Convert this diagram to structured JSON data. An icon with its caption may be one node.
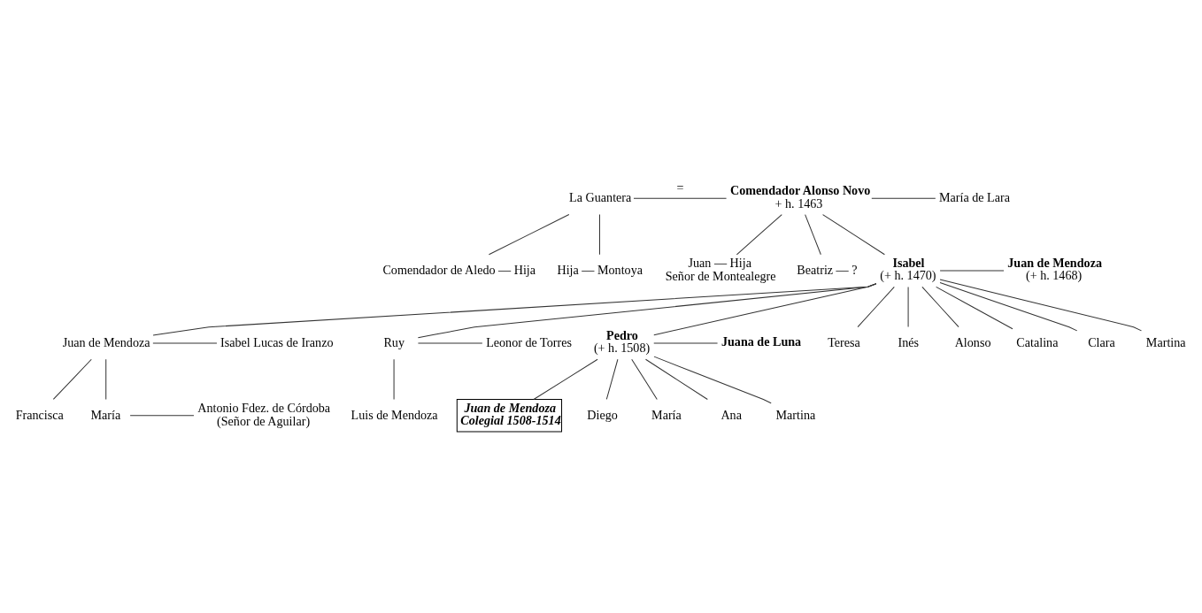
{
  "diagram": {
    "nodes": [
      {
        "text": [
          "La Guantera"
        ]
      },
      {
        "text": [
          "Comendador Alonso Novo",
          "+ h. 1463"
        ]
      },
      {
        "text": [
          "María de Lara"
        ]
      },
      {
        "text": [
          "Comendador de Aledo — Hija"
        ]
      },
      {
        "text": [
          "Hija — Montoya"
        ]
      },
      {
        "text": [
          "Juan — Hija",
          "Señor de Montealegre"
        ]
      },
      {
        "text": [
          "Beatriz — ?"
        ]
      },
      {
        "text": [
          "Isabel",
          "(+ h. 1470)"
        ]
      },
      {
        "text": [
          "Juan de Mendoza",
          "(+ h. 1468)"
        ]
      },
      {
        "text": [
          "Juan de Mendoza"
        ]
      },
      {
        "text": [
          "Isabel Lucas de Iranzo"
        ]
      },
      {
        "text": [
          "Ruy"
        ]
      },
      {
        "text": [
          "Leonor de Torres"
        ]
      },
      {
        "text": [
          "Pedro",
          "(+ h. 1508)"
        ]
      },
      {
        "text": [
          "Juana de Luna"
        ]
      },
      {
        "text": [
          "Teresa"
        ]
      },
      {
        "text": [
          "Inés"
        ]
      },
      {
        "text": [
          "Alonso"
        ]
      },
      {
        "text": [
          "Catalina"
        ]
      },
      {
        "text": [
          "Clara"
        ]
      },
      {
        "text": [
          "Martina"
        ]
      },
      {
        "text": [
          "Francisca"
        ]
      },
      {
        "text": [
          "María"
        ]
      },
      {
        "text": [
          "Antonio Fdez. de Córdoba",
          "(Señor de Aguilar)"
        ]
      },
      {
        "text": [
          "Luis de Mendoza"
        ]
      },
      {
        "text": [
          "Juan de Mendoza",
          "Colegial 1508-1514"
        ]
      },
      {
        "text": [
          "Diego"
        ]
      },
      {
        "text": [
          "María"
        ]
      },
      {
        "text": [
          "Ana"
        ]
      },
      {
        "text": [
          "Martina"
        ]
      }
    ],
    "edges": [
      {
        "from": 0,
        "to": 1,
        "arrow": "none",
        "label": "="
      },
      {
        "from": 1,
        "to": 2,
        "arrow": "none"
      },
      {
        "from": 0,
        "to": 3,
        "arrow": "none"
      },
      {
        "from": 0,
        "to": 4,
        "arrow": "none"
      },
      {
        "from": 1,
        "to": 5,
        "arrow": "none"
      },
      {
        "from": 1,
        "to": 6,
        "arrow": "none"
      },
      {
        "from": 1,
        "to": 7,
        "arrow": "none"
      },
      {
        "from": 7,
        "to": 8,
        "arrow": "none"
      },
      {
        "from": 7,
        "to": 9,
        "arrow": "none"
      },
      {
        "from": 7,
        "to": 11,
        "arrow": "none"
      },
      {
        "from": 7,
        "to": 13,
        "arrow": "none"
      },
      {
        "from": 7,
        "to": 15,
        "arrow": "none"
      },
      {
        "from": 7,
        "to": 16,
        "arrow": "none"
      },
      {
        "from": 7,
        "to": 17,
        "arrow": "none"
      },
      {
        "from": 7,
        "to": 18,
        "arrow": "none"
      },
      {
        "from": 7,
        "to": 19,
        "arrow": "none"
      },
      {
        "from": 7,
        "to": 20,
        "arrow": "none"
      },
      {
        "from": 9,
        "to": 10,
        "arrow": "none"
      },
      {
        "from": 9,
        "to": 21,
        "arrow": "none"
      },
      {
        "from": 9,
        "to": 22,
        "arrow": "none"
      },
      {
        "from": 22,
        "to": 23,
        "arrow": "none"
      },
      {
        "from": 11,
        "to": 12,
        "arrow": "none"
      },
      {
        "from": 11,
        "to": 24,
        "arrow": "none"
      },
      {
        "from": 13,
        "to": 14,
        "arrow": "none"
      },
      {
        "from": 13,
        "to": 25,
        "arrow": "none"
      },
      {
        "from": 13,
        "to": 26,
        "arrow": "none"
      },
      {
        "from": 13,
        "to": 27,
        "arrow": "none"
      },
      {
        "from": 13,
        "to": 28,
        "arrow": "none"
      },
      {
        "from": 13,
        "to": 29,
        "arrow": "none"
      }
    ]
  }
}
